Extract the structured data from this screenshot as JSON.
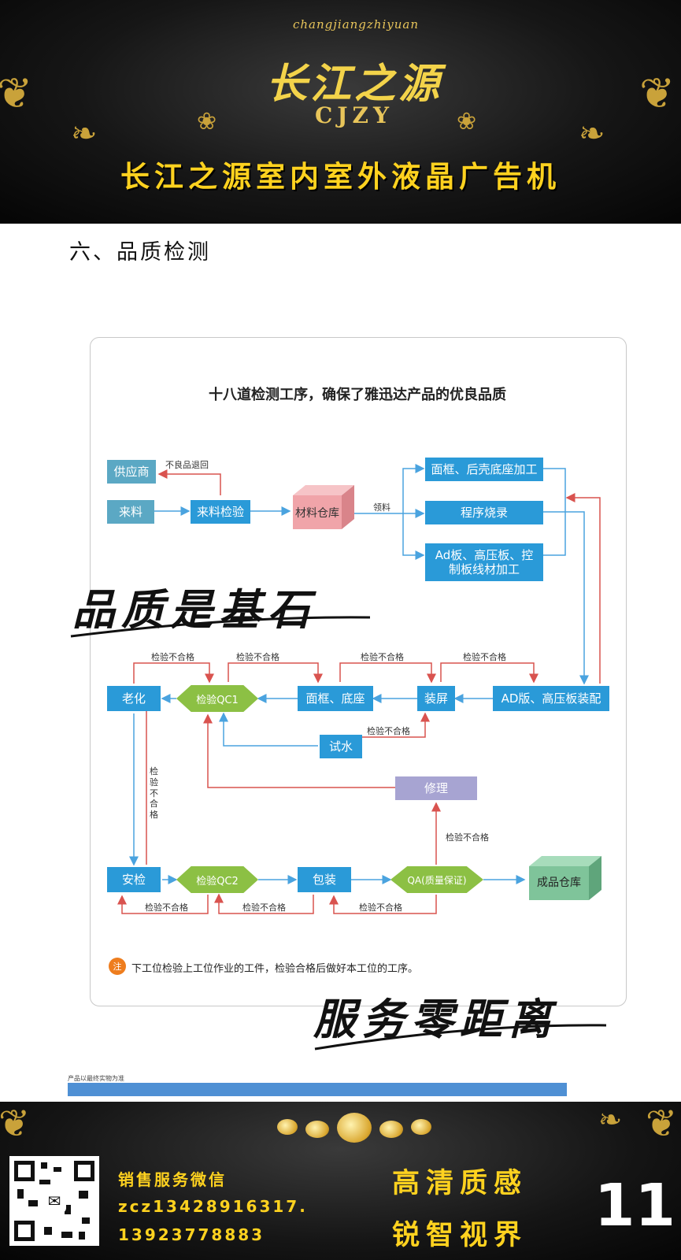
{
  "header": {
    "brand_arc": "changjiangzhiyuan",
    "brand_cn": "长江之源",
    "brand_abbr": "CJZY",
    "title": "长江之源室内室外液晶广告机"
  },
  "section_title": "六、品质检测",
  "flowchart": {
    "title": "十八道检测工序，确保了雅迅达产品的优良品质",
    "nodes": {
      "supplier": "供应商",
      "incoming": "来料",
      "incoming_inspection": "来料检验",
      "material_warehouse": "材料仓库",
      "frame_shell": "面框、后壳底座加工",
      "program_burn": "程序烧录",
      "ad_board": "Ad板、高压板、控制板线材加工",
      "aging": "老化",
      "qc1": "检验QC1",
      "frame_base": "面框、底座",
      "screen_assembly": "装屏",
      "ad_assembly": "AD版、高压板装配",
      "water_test": "试水",
      "repair": "修理",
      "safety_check": "安检",
      "qc2": "检验QC2",
      "packing": "包装",
      "qa": "QA(质量保证)",
      "finished_warehouse": "成品仓库"
    },
    "labels": {
      "reject_return": "不良品退回",
      "pick_material": "领料",
      "fail": "检验不合格"
    },
    "note_icon": "注",
    "note": "下工位检验上工位作业的工件，检验合格后做好本工位的工序。"
  },
  "slogans": {
    "quality": "品质是基石",
    "service": "服务零距离"
  },
  "disclaimer": "产品以最终实物为准",
  "footer": {
    "wechat_label": "销售服务微信",
    "wechat_id": "zcz13428916317.",
    "phone": "13923778883",
    "slogan_line1": "高清质感",
    "slogan_line2": "锐智视界",
    "page_number": "11"
  },
  "colors": {
    "gold": "#ffd21f",
    "node_blue": "#2a9ad8",
    "node_teal": "#5ba8c4",
    "diamond_green": "#8cc044",
    "warehouse_pink": "#f0a4a9",
    "warehouse_green": "#7fc49a",
    "repair_purple": "#a7a4d2",
    "reject_red": "#d9534f",
    "flow_blue": "#4aa3df"
  }
}
